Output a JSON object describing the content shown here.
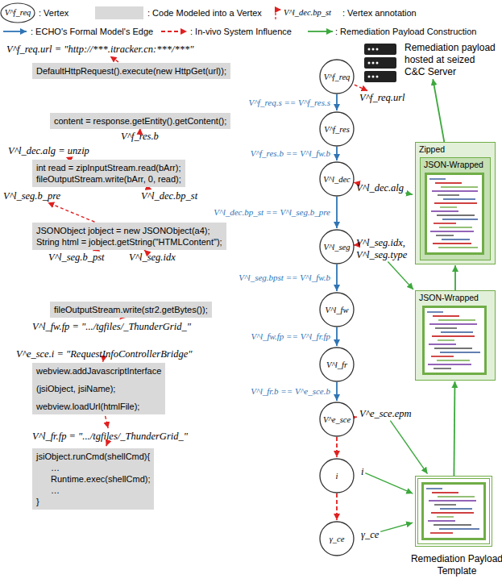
{
  "diagram": {
    "nodes": [
      {
        "text": [
          "V^f_req"
        ]
      },
      {
        "text": [
          "V^f_res"
        ]
      },
      {
        "text": [
          "V^l_dec"
        ]
      },
      {
        "text": [
          "V^l_seg"
        ]
      },
      {
        "text": [
          "V^l_fw"
        ]
      },
      {
        "text": [
          "V^l_fr"
        ]
      },
      {
        "text": [
          "V^e_sce"
        ]
      },
      {
        "text": [
          "i"
        ]
      },
      {
        "text": [
          "γ_ce"
        ]
      },
      {
        "text": [
          "DefaultHttpRequest().execute(new HttpGet(url));"
        ]
      },
      {
        "text": [
          "content = response.getEntity().getContent();"
        ]
      },
      {
        "text": [
          "int read = zipInputStream.read(bArr);",
          "fileOutputStream.write(bArr, 0, read);"
        ]
      },
      {
        "text": [
          "JSONObject jobject = new JSONObject(a4);",
          "String html = jobject.getString(\"HTMLContent\");"
        ]
      },
      {
        "text": [
          "fileOutputStream.write(str2.getBytes());"
        ]
      },
      {
        "text": [
          "webview.addJavascriptInterface",
          "(jsiObject, jsiName);",
          "webview.loadUrl(htmlFile);"
        ]
      },
      {
        "text": [
          "jsiObject.runCmd(shellCmd){",
          "…",
          "Runtime.exec(shellCmd);",
          "…",
          "}"
        ]
      },
      {
        "text": [
          "Remediation payload hosted at seized C&C Server"
        ]
      },
      {
        "text": [
          "Zipped"
        ]
      },
      {
        "text": [
          "JSON-Wrapped"
        ],
        "in": 17
      },
      {
        "text": [
          "JSON-Wrapped"
        ]
      },
      {
        "text": [
          "Remediation Payload Template"
        ]
      }
    ],
    "edges": [
      {
        "from": 0,
        "to": 1,
        "arrow": "to",
        "label": "V^f_req.s == V^f_res.s"
      },
      {
        "from": 1,
        "to": 2,
        "arrow": "to",
        "label": "V^f_res.b == V^l_fw.b"
      },
      {
        "from": 2,
        "to": 3,
        "arrow": "to",
        "label": "V^l_dec.bp_st == V^l_seg.b_pre"
      },
      {
        "from": 3,
        "to": 4,
        "arrow": "to",
        "label": "V^l_seg.bpst == V^l_fw.b"
      },
      {
        "from": 4,
        "to": 5,
        "arrow": "to",
        "label": "V^l_fw.fp == V^l_fr.fp"
      },
      {
        "from": 5,
        "to": 6,
        "arrow": "to",
        "label": "V^l_fr.b == V^e_sce.b"
      },
      {
        "from": 6,
        "to": 7,
        "arrow": "to"
      },
      {
        "from": 7,
        "to": 8,
        "arrow": "to"
      },
      {
        "from": 20,
        "to": 19,
        "arrow": "to"
      },
      {
        "from": 19,
        "to": 17,
        "arrow": "to"
      },
      {
        "from": 17,
        "to": 16,
        "arrow": "to"
      }
    ],
    "labels": [
      "V^f_req.url = \"http://***.itracker.cn:***/***\"",
      "V^f_req.url",
      "V^f_res.b",
      "V^l_dec.alg = unzip",
      "V^l_dec.bp_st",
      "V^l_seg.b_pre",
      "V^l_seg.b_pst",
      "V^l_seg.idx",
      "V^l_fw.fp = \".../tgfiles/_ThunderGrid_\"",
      "V^l_dec.alg",
      "V^l_seg.idx,",
      "V^l_seg.type",
      "V^e_sce.i = \"RequestInfoControllerBridge\"",
      "V^l_fr.fp = \".../tgfiles/_ThunderGrid_\"",
      "V^e_sce.epm",
      "i",
      "γ_ce",
      "V^f_req",
      "V^l_dec.bp_st"
    ],
    "legend": [
      {
        "text": ": Vertex"
      },
      {
        "text": ": Code Modeled into a Vertex",
        "color": "#d9d9d9"
      },
      {
        "text": ": Vertex annotation"
      },
      {
        "text": ": ECHO's Formal Model's Edge"
      },
      {
        "text": ": In-vivo System Influence"
      },
      {
        "text": ": Remediation Payload Construction"
      }
    ]
  }
}
